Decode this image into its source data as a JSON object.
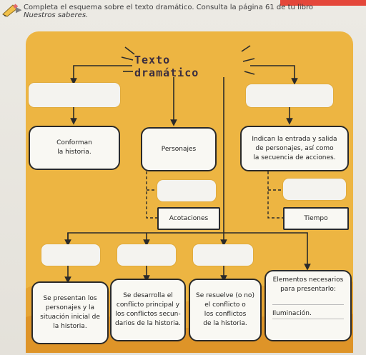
{
  "instruction": {
    "line1": "Completa el esquema sobre el texto dramático. Consulta la página 61 de tu libro",
    "line2": "Nuestros saberes."
  },
  "diagram": {
    "title": "Texto dramático",
    "left_top_text": "Conforman\nla historia.",
    "middle_top_text": "Personajes",
    "right_top_text": "Indican la entrada y salida\nde personajes, así como\nla secuencia de acciones.",
    "acotaciones_label": "Acotaciones",
    "tiempo_label": "Tiempo",
    "bottom_1": "Se presentan los\npersonajes y la\nsituación inicial de\nla historia.",
    "bottom_2": "Se desarrolla el\nconflicto principal y\nlos conflictos secun-\ndarios de la historia.",
    "bottom_3": "Se resuelve (o no)\nel conflicto o\nlos conflictos\nde la historia.",
    "bottom_4_title": "Elementos necesarios\npara presentarlo:",
    "bottom_4_item": "Iluminación."
  },
  "colors": {
    "board": "#edb542",
    "board_dark": "#df9a2c",
    "blank_box": "#f4f3ef",
    "accent_stripe": "#e4473a"
  }
}
